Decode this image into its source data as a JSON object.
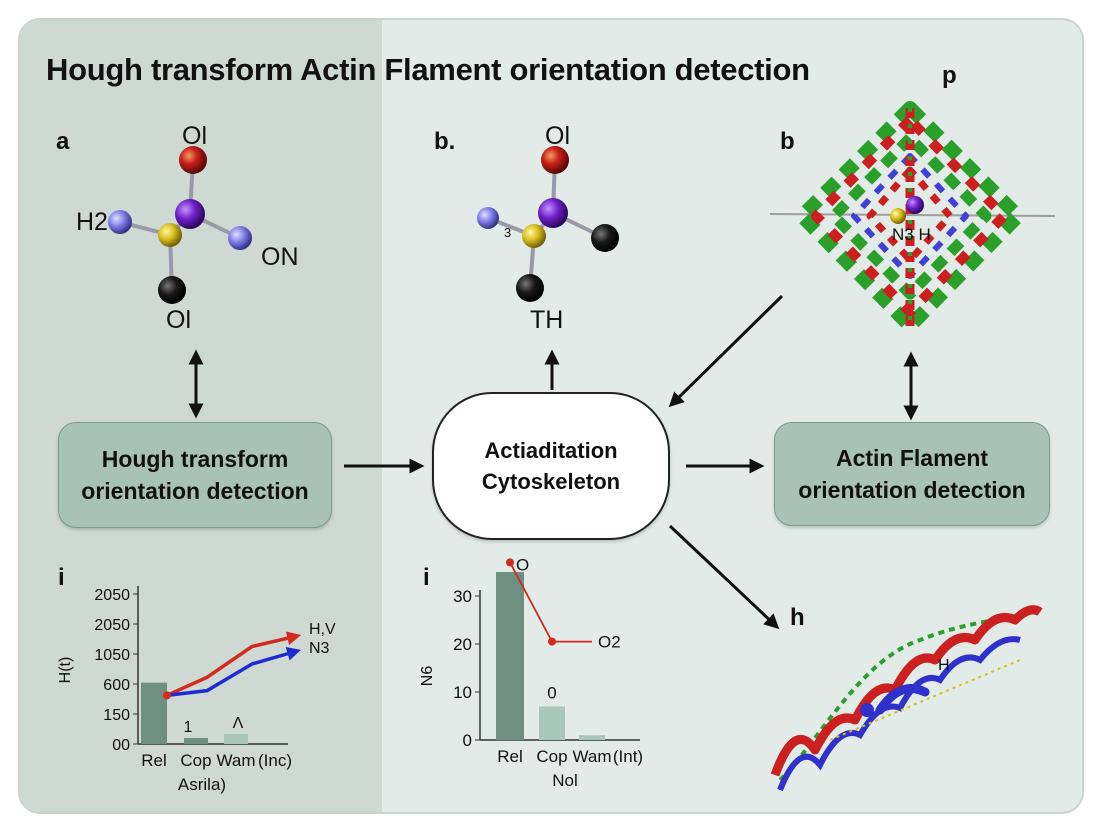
{
  "title": "Hough transform Actin Flament orientation detection",
  "panels": {
    "a": "a",
    "b_mid": "b.",
    "b_right": "b",
    "p": "p",
    "h": "h",
    "i_left": "i",
    "i_mid": "i"
  },
  "molecule_a": {
    "top": "Ol",
    "left": "H2",
    "right": "ON",
    "bottom": "Ol"
  },
  "molecule_b": {
    "top": "Ol",
    "left": "3",
    "bottom": "TH"
  },
  "protein_b": {
    "label": "N3 H"
  },
  "helix_h": {
    "label": "H"
  },
  "boxes": {
    "left": [
      "Hough transform",
      "orientation detection"
    ],
    "center": [
      "Actiaditation",
      "Cytoskeleton"
    ],
    "right": [
      "Actin Flament",
      "orientation detection"
    ]
  },
  "colors": {
    "red": "#d42a1e",
    "blue": "#1f2bd0",
    "bar_dark": "#6f8f82",
    "bar_light": "#a9c6bb",
    "box_fill": "#a9c2b8"
  },
  "chart_data": [
    {
      "type": "bar",
      "categories": [
        "Rel",
        "Cop",
        "Wam",
        "(Inc)"
      ],
      "values": [
        620,
        30,
        50,
        0
      ],
      "ytick_labels": [
        "00",
        "150",
        "600",
        "1050",
        "2050",
        "2050"
      ],
      "ylabel": "H(t)",
      "xlabel": "Asrila)",
      "bar_labels": [
        "",
        "1",
        "Λ",
        ""
      ],
      "series": [
        {
          "name": "H,V",
          "color": "#d42a1e",
          "points": [
            [
              0.15,
              430
            ],
            [
              0.55,
              700
            ],
            [
              1.0,
              1300
            ],
            [
              1.45,
              1650
            ]
          ]
        },
        {
          "name": "N3",
          "color": "#1f2bd0",
          "points": [
            [
              0.15,
              430
            ],
            [
              0.55,
              500
            ],
            [
              1.0,
              900
            ],
            [
              1.45,
              1150
            ]
          ]
        }
      ],
      "grid": false
    },
    {
      "type": "bar",
      "categories": [
        "Rel",
        "Cop",
        "Wam",
        "(Int)"
      ],
      "values": [
        35,
        7,
        1,
        0
      ],
      "ytick_labels": [
        "0",
        "10",
        "20",
        "30"
      ],
      "ylabel": "N6",
      "xlabel": "Nol",
      "ylim": [
        0,
        30
      ],
      "bar_labels": [
        "",
        "0",
        "",
        ""
      ],
      "series": [
        {
          "name": "O2",
          "color": "#d42a1e",
          "points": [
            [
              0,
              37
            ],
            [
              1,
              20.5
            ],
            [
              2,
              20.5
            ]
          ]
        }
      ],
      "annotations": [
        "O"
      ],
      "grid": false
    }
  ]
}
